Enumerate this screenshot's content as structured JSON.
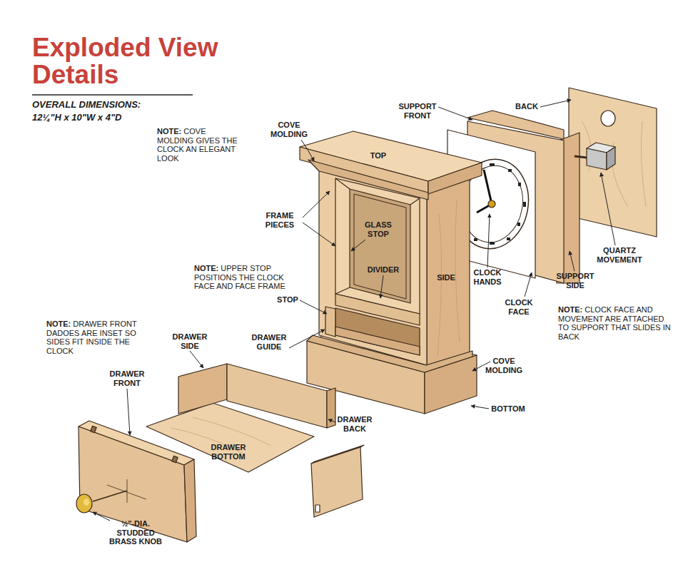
{
  "diagram": {
    "title": "Exploded View Details",
    "labels": [
      "OVERALL DIMENSIONS:",
      "12¼\"H x 10\"W x 4\"D",
      "NOTE: COVE MOLDING GIVES THE CLOCK AN ELEGANT LOOK",
      "COVE MOLDING",
      "TOP",
      "FRAME PIECES",
      "GLASS STOP",
      "DIVIDER",
      "NOTE: UPPER STOP POSITIONS THE CLOCK FACE AND FACE FRAME",
      "STOP",
      "DRAWER GUIDE",
      "SIDE",
      "SUPPORT FRONT",
      "BACK",
      "CLOCK HANDS",
      "CLOCK FACE",
      "SUPPORT SIDE",
      "QUARTZ MOVEMENT",
      "NOTE: CLOCK FACE AND MOVEMENT ARE ATTACHED TO SUPPORT THAT SLIDES IN BACK",
      "COVE MOLDING",
      "BOTTOM",
      "NOTE: DRAWER FRONT DADOES ARE INSET SO SIDES FIT INSIDE THE CLOCK",
      "DRAWER SIDE",
      "DRAWER FRONT",
      "DRAWER BACK",
      "DRAWER BOTTOM",
      "½\"-DIA. STUDDED BRASS KNOB"
    ]
  }
}
